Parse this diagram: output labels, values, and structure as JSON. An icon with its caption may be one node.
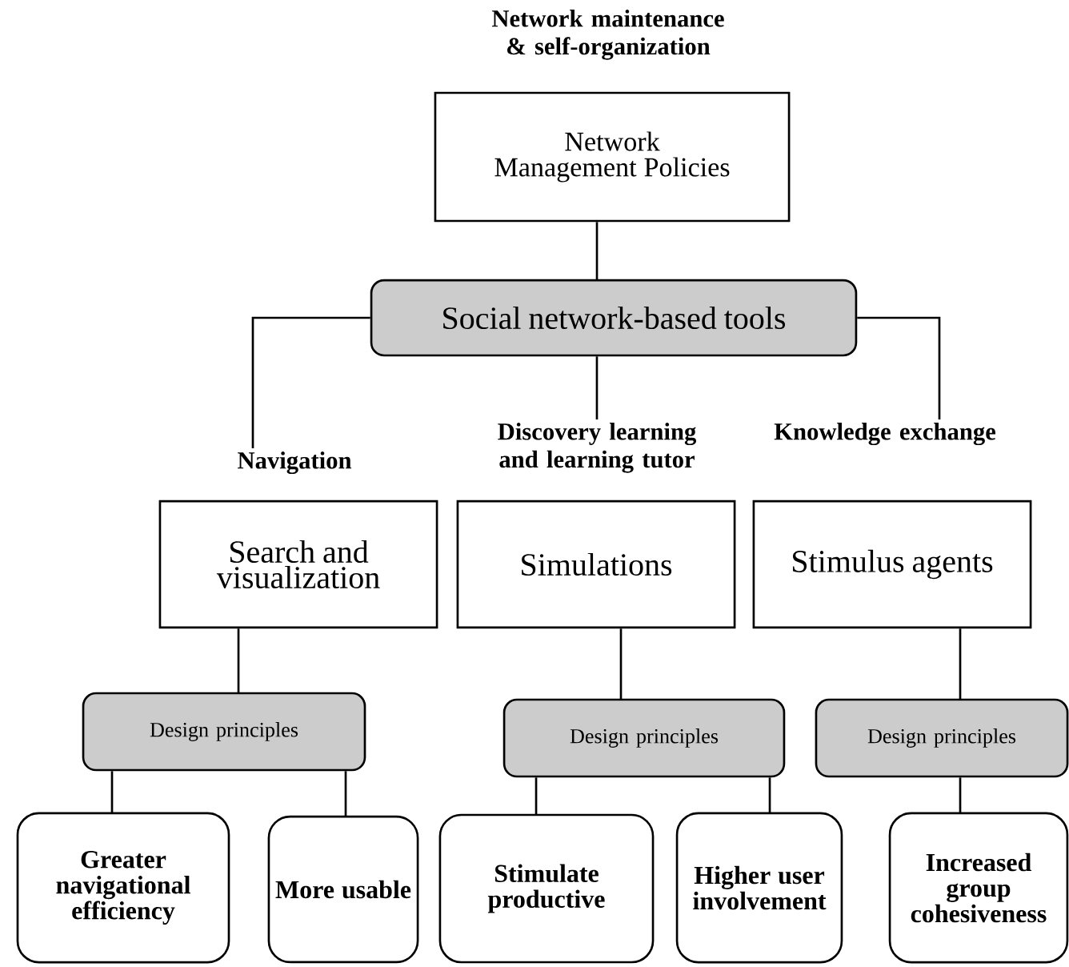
{
  "diagram": {
    "nodes": [
      {
        "text": [
          "Network maintenance & self-organization",
          "Network Management Policies"
        ]
      },
      {
        "text": [
          "Social network-based tools"
        ]
      },
      {
        "text": [
          "Navigation",
          "Search and visualization"
        ]
      },
      {
        "text": [
          "Discovery learning and learning tutor",
          "Simulations"
        ]
      },
      {
        "text": [
          "Knowledge exchange",
          "Stimulus agents"
        ]
      },
      {
        "text": [
          "Design principles"
        ]
      },
      {
        "text": [
          "Design principles"
        ]
      },
      {
        "text": [
          "Design principles"
        ]
      },
      {
        "text": [
          "Greater navigational efficiency"
        ]
      },
      {
        "text": [
          "More usable"
        ]
      },
      {
        "text": [
          "Stimulate productive"
        ]
      },
      {
        "text": [
          "Higher user involvement"
        ]
      },
      {
        "text": [
          "Increased group cohesiveness"
        ]
      }
    ],
    "edges": [
      {
        "from": 0,
        "to": 1,
        "arrow": "none"
      },
      {
        "from": 1,
        "to": 2,
        "arrow": "none"
      },
      {
        "from": 1,
        "to": 3,
        "arrow": "none"
      },
      {
        "from": 1,
        "to": 4,
        "arrow": "none"
      },
      {
        "from": 2,
        "to": 5,
        "arrow": "none"
      },
      {
        "from": 3,
        "to": 6,
        "arrow": "none"
      },
      {
        "from": 4,
        "to": 7,
        "arrow": "none"
      },
      {
        "from": 5,
        "to": 8,
        "arrow": "none"
      },
      {
        "from": 5,
        "to": 9,
        "arrow": "none"
      },
      {
        "from": 6,
        "to": 10,
        "arrow": "none"
      },
      {
        "from": 6,
        "to": 11,
        "arrow": "none"
      },
      {
        "from": 7,
        "to": 12,
        "arrow": "none"
      }
    ]
  }
}
